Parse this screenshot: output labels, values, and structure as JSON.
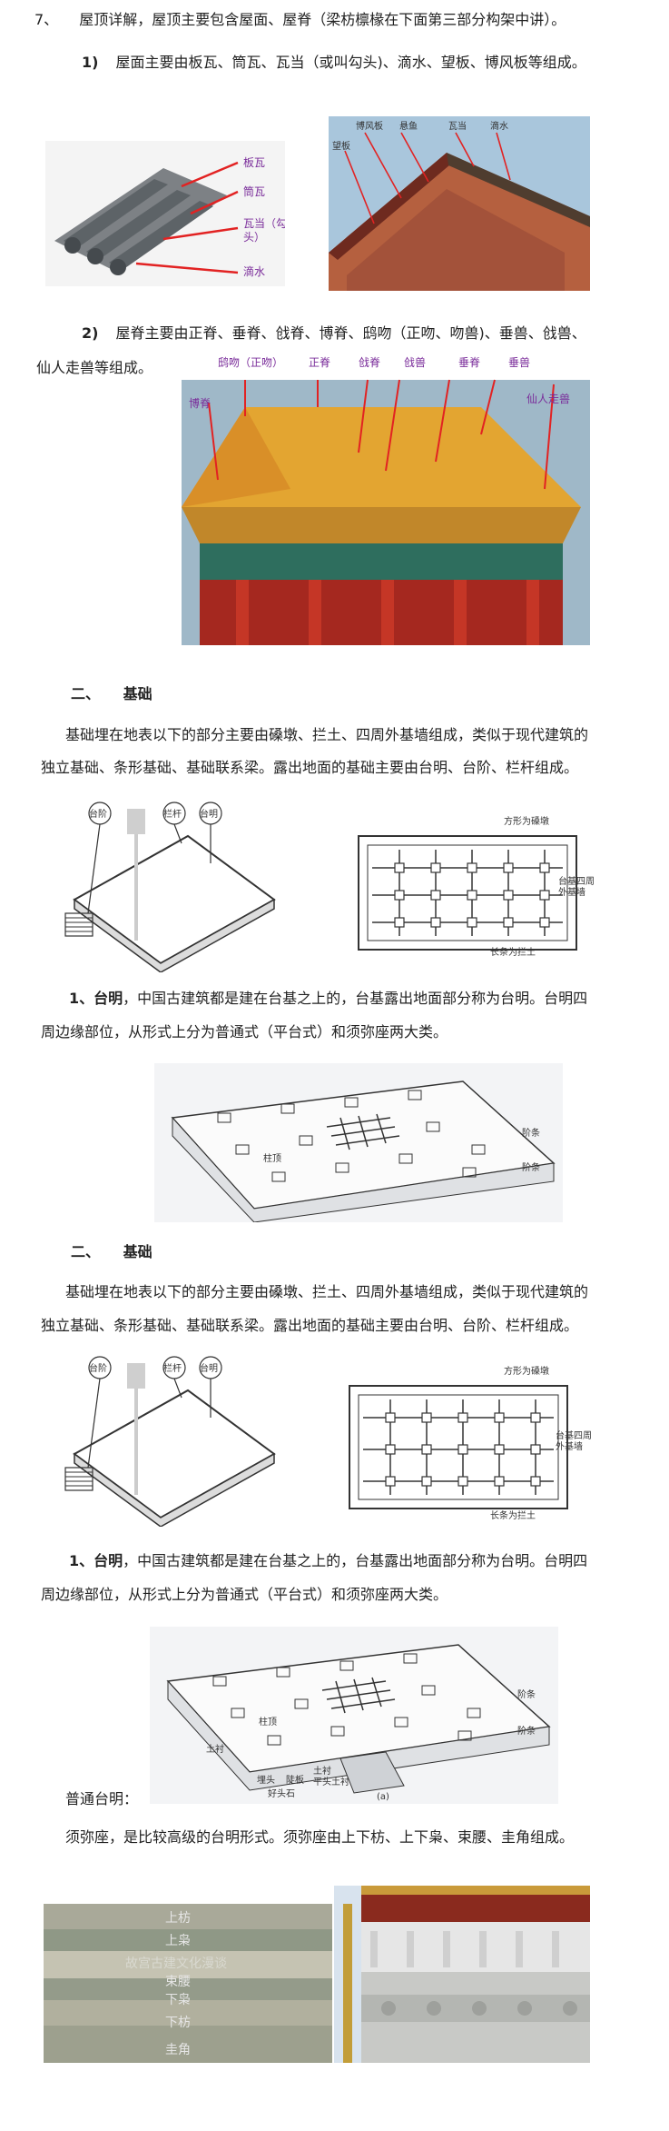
{
  "sec7": {
    "num": "7、",
    "text": "屋顶详解，屋顶主要包含屋面、屋脊（梁枋檩椽在下面第三部分构架中讲）。"
  },
  "sub1": {
    "num": "1)",
    "text": "屋面主要由板瓦、筒瓦、瓦当（或叫勾头)、滴水、望板、博风板等组成。"
  },
  "tile_fig": {
    "labels": [
      "板瓦",
      "筒瓦",
      "瓦当（勾",
      "头）",
      "滴水"
    ]
  },
  "roof_fig": {
    "labels": [
      "博风板",
      "悬鱼",
      "瓦当",
      "滴水",
      "望板"
    ]
  },
  "sub2": {
    "num": "2)",
    "line1": "屋脊主要由正脊、垂脊、戗脊、博脊、鸱吻（正吻、吻兽)、垂兽、戗兽、",
    "line2": "仙人走兽等组成。"
  },
  "ridge_fig": {
    "labels": [
      "鸱吻（正吻）",
      "正脊",
      "戗脊",
      "戗兽",
      "垂脊",
      "垂兽",
      "博脊",
      "仙人走兽"
    ]
  },
  "jichu_a": {
    "heading_num": "二、",
    "heading": "基础",
    "p1": "基础埋在地表以下的部分主要由磉墩、拦土、四周外基墙组成，类似于现代建筑的",
    "p2": "独立基础、条形基础、基础联系梁。露出地面的基础主要由台明、台阶、栏杆组成。",
    "iso_labels": [
      "台阶",
      "栏杆",
      "台明"
    ],
    "plan_labels": [
      "方形为磉墩",
      "台基四周",
      "外基墙",
      "长条为拦土"
    ],
    "taiming_title": "1、台明",
    "taiming_p1": "，中国古建筑都是建在台基之上的，台基露出地面部分称为台明。台明四",
    "taiming_p2": "周边缘部位，从形式上分为普通式（平台式）和须弥座两大类。",
    "platform_labels": [
      "阶条",
      "阶条",
      "柱顶"
    ]
  },
  "jichu_b": {
    "heading_num": "二、",
    "heading": "基础",
    "p1": "基础埋在地表以下的部分主要由磉墩、拦土、四周外基墙组成，类似于现代建筑的",
    "p2": "独立基础、条形基础、基础联系梁。露出地面的基础主要由台明、台阶、栏杆组成。",
    "iso_labels": [
      "台阶",
      "栏杆",
      "台明"
    ],
    "plan_labels": [
      "方形为磉墩",
      "台基四周",
      "外基墙",
      "长条为拦土"
    ],
    "taiming_title": "1、台明",
    "taiming_p1": "，中国古建筑都是建在台基之上的，台基露出地面部分称为台明。台明四",
    "taiming_p2": "周边缘部位，从形式上分为普通式（平台式）和须弥座两大类。",
    "platform_labels": [
      "阶条",
      "阶条",
      "柱顶",
      "土衬",
      "埋头",
      "陡板",
      "好头石",
      "土衬",
      "平头土衬",
      "(a)"
    ]
  },
  "putong": "普通台明：",
  "xumizuo": "须弥座，是比较高级的台明形式。须弥座由上下枋、上下枭、束腰、圭角组成。",
  "xumi_fig": {
    "labels": [
      "上枋",
      "上枭",
      "束腰",
      "下枭",
      "下枋",
      "圭角"
    ],
    "watermark": "故宫古建文化漫谈"
  }
}
